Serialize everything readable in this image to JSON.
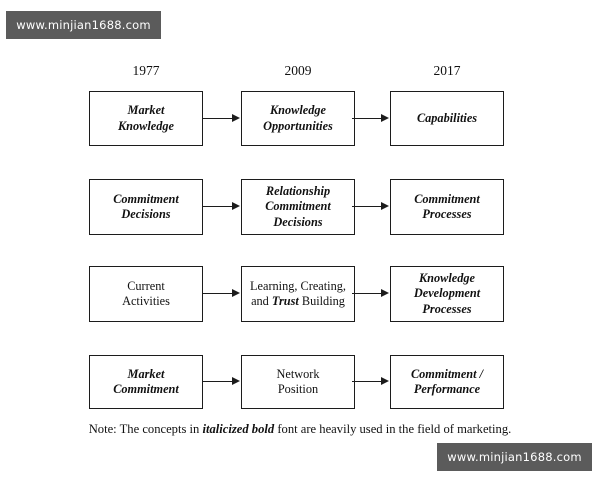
{
  "watermark": {
    "text": "www.minjian1688.com"
  },
  "diagram": {
    "columns": [
      {
        "year": "1977"
      },
      {
        "year": "2009"
      },
      {
        "year": "2017"
      }
    ],
    "rows": [
      {
        "cells": [
          {
            "line1": "Market",
            "line2": "Knowledge",
            "line3": "",
            "style": "em-bold"
          },
          {
            "line1": "Knowledge",
            "line2": "Opportunities",
            "line3": "",
            "style": "em-bold"
          },
          {
            "line1": "Capabilities",
            "line2": "",
            "line3": "",
            "style": "em-bold"
          }
        ]
      },
      {
        "cells": [
          {
            "line1": "Commitment",
            "line2": "Decisions",
            "line3": "",
            "style": "em-bold"
          },
          {
            "line1": "Relationship",
            "line2": "Commitment",
            "line3": "Decisions",
            "style": "em-bold"
          },
          {
            "line1": "Commitment",
            "line2": "Processes",
            "line3": "",
            "style": "em-bold"
          }
        ]
      },
      {
        "cells": [
          {
            "line1": "Current",
            "line2": "Activities",
            "line3": "",
            "style": "plain"
          },
          {
            "line1": "Learning, Creating,",
            "line2_pre": "and ",
            "line2_em": "Trust",
            "line2_post": " Building",
            "line3": "",
            "style": "mixed"
          },
          {
            "line1": "Knowledge",
            "line2": "Development",
            "line3": "Processes",
            "style": "em-bold"
          }
        ]
      },
      {
        "cells": [
          {
            "line1": "Market",
            "line2": "Commitment",
            "line3": "",
            "style": "em-bold"
          },
          {
            "line1": "Network",
            "line2": "Position",
            "line3": "",
            "style": "plain"
          },
          {
            "line1": "Commitment /",
            "line2": "Performance",
            "line3": "",
            "style": "em-bold"
          }
        ]
      }
    ],
    "arrow_icon": "arrow-right-icon"
  },
  "note": {
    "prefix": "Note: The concepts in ",
    "emphasis": "italicized bold",
    "suffix": " font are heavily used in the field of marketing."
  },
  "colors": {
    "background": "#ffffff",
    "stroke": "#1c1c1c",
    "text": "#111111",
    "watermark_bg": "#5b5b5b",
    "watermark_text": "#ffffff"
  }
}
